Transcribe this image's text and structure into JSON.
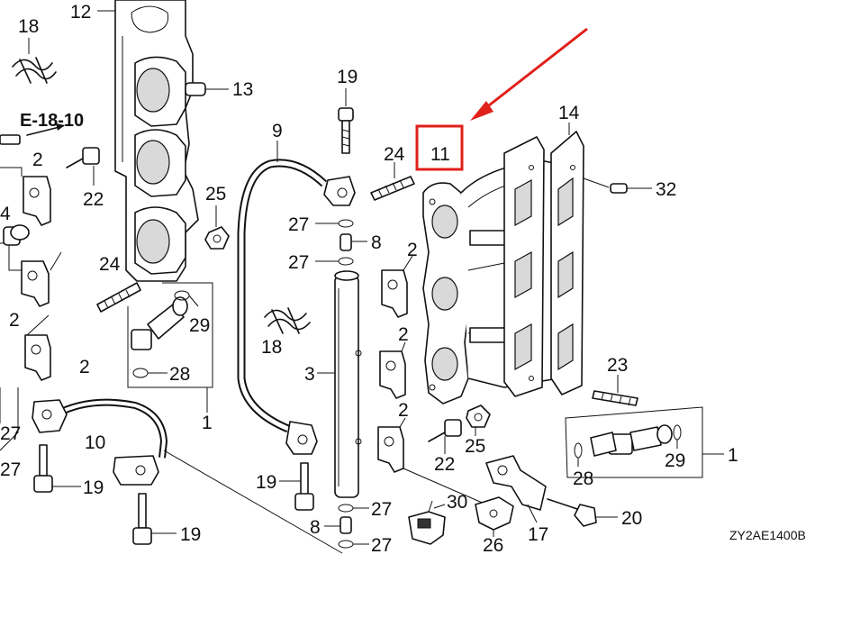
{
  "diagram": {
    "reference_label": "E-18-10",
    "drawing_code": "ZY2AE1400B",
    "highlighted_part": "11",
    "highlight_color": "#e0201a",
    "labels": {
      "p12": "12",
      "p18a": "18",
      "p13": "13",
      "p19a": "19",
      "p9": "9",
      "p14": "14",
      "p2a": "2",
      "p24a": "24",
      "p11": "11",
      "p22a": "22",
      "p25a": "25",
      "p32": "32",
      "p4": "4",
      "p27a": "27",
      "p8a": "8",
      "p27b": "27",
      "p2b": "2",
      "p24b": "24",
      "p29a": "29",
      "p2c": "2",
      "p18b": "18",
      "p2d": "2",
      "p2e": "2",
      "p28a": "28",
      "p3": "3",
      "p23": "23",
      "p1a": "1",
      "p2f": "2",
      "p27c": "27",
      "p10": "10",
      "p25b": "25",
      "p1b": "1",
      "p22b": "22",
      "p29b": "29",
      "p28b": "28",
      "p27d": "27",
      "p19b": "19",
      "p19c": "19",
      "p27e": "27",
      "p30": "30",
      "p20": "20",
      "p17": "17",
      "p8b": "8",
      "p26": "26",
      "p19d": "19",
      "p27f": "27"
    }
  }
}
